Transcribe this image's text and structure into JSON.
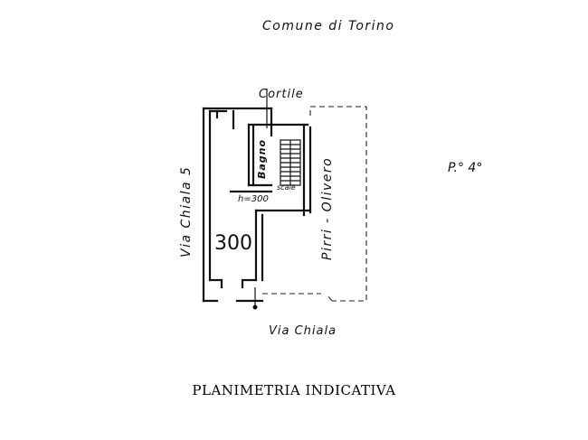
{
  "labels": {
    "comune": "Comune di Torino",
    "cortile": "Cortile",
    "bagno": "Bagno",
    "scale": "scale",
    "height": "h=300",
    "room_height": "300",
    "via_left": "Via Chiala 5",
    "pirri": "Pirri - Olivero",
    "floor": "P.° 4°",
    "via_bottom": "Via Chiala"
  },
  "caption": "PLANIMETRIA INDICATIVA"
}
